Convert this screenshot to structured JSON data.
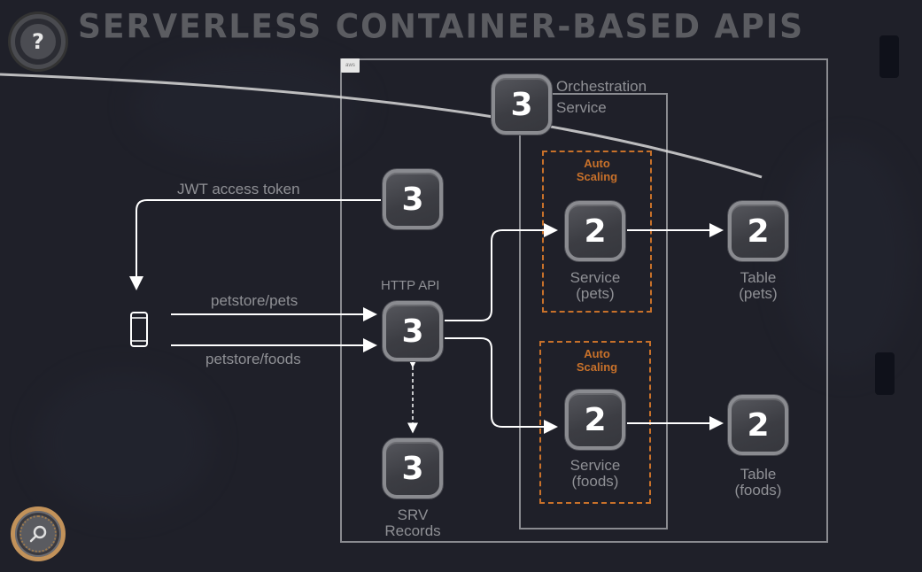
{
  "title": "Serverless Container-Based APIs",
  "buttons": {
    "help_icon": "?",
    "help": "help-button",
    "zoom": "zoom-button"
  },
  "aws_badge": "aws",
  "labels": {
    "jwt": "JWT access token",
    "pets_route": "petstore/pets",
    "foods_route": "petstore/foods",
    "http_api": "HTTP API",
    "orchestration_line1": "Orchestration",
    "orchestration_line2": "Service",
    "srv_line1": "SRV",
    "srv_line2": "Records",
    "auto_scaling_line1": "Auto",
    "auto_scaling_line2": "Scaling",
    "service_pets_line1": "Service",
    "service_pets_line2": "(pets)",
    "service_foods_line1": "Service",
    "service_foods_line2": "(foods)",
    "table_pets_line1": "Table",
    "table_pets_line2": "(pets)",
    "table_foods_line1": "Table",
    "table_foods_line2": "(foods)"
  },
  "nodes": {
    "orchestration": "3",
    "auth": "3",
    "http_api": "3",
    "srv_records": "3",
    "service_pets": "2",
    "service_foods": "2",
    "table_pets": "2",
    "table_foods": "2"
  },
  "colors": {
    "background": "#1f2029",
    "accent_orange": "#c8712a",
    "node_border": "#8a8b90",
    "title": "#5b5c61"
  }
}
